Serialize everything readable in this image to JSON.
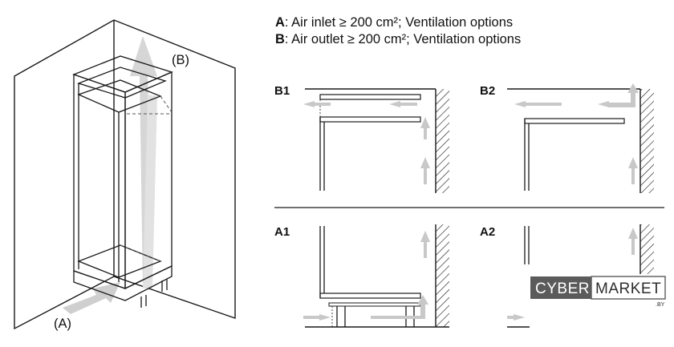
{
  "legend": {
    "a_key": "A",
    "a_text": ": Air inlet ≥ 200 cm²; Ventilation options",
    "b_key": "B",
    "b_text": ": Air outlet ≥ 200 cm²; Ventilation options"
  },
  "callouts": {
    "inlet": "(A)",
    "outlet": "(B)"
  },
  "panels": {
    "b1": "B1",
    "b2": "B2",
    "a1": "A1",
    "a2": "A2"
  },
  "watermark": {
    "left": "CYBER",
    "right": "MARKET",
    "sub": ".BY"
  },
  "colors": {
    "arrow": "#c8c8c8",
    "line": "#1a1a1a",
    "wall_hatch": "#222222",
    "watermark_box": "#5b5b5b"
  }
}
